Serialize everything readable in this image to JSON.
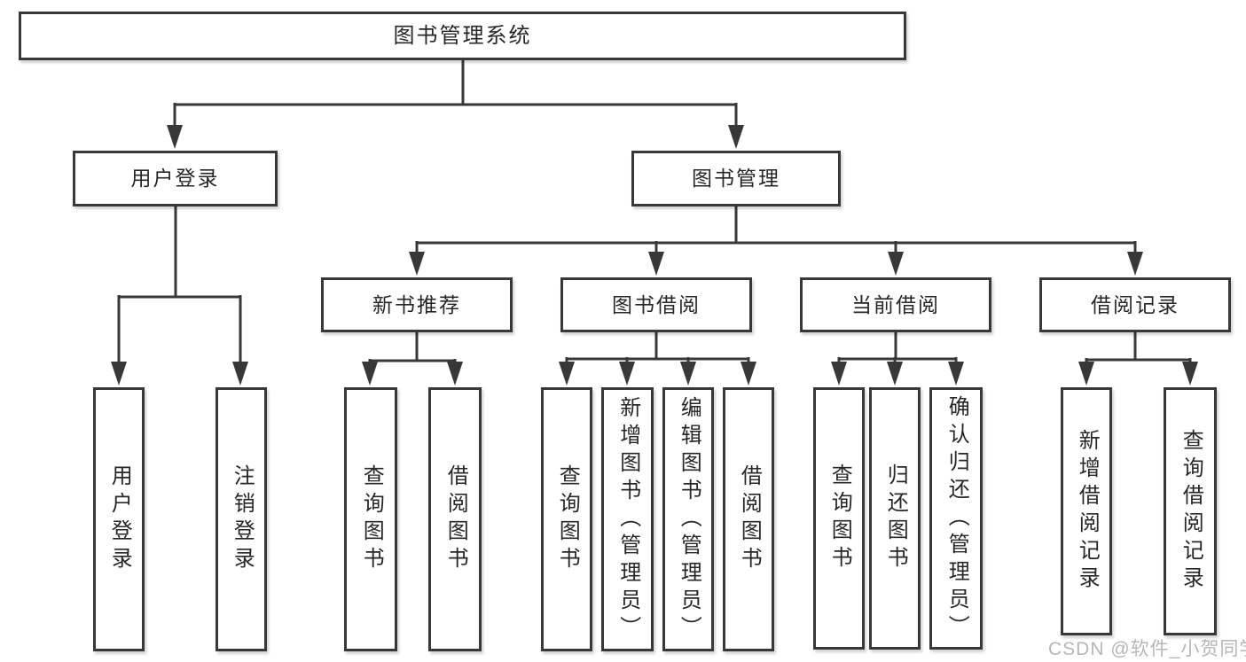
{
  "diagram_title": "图书管理系统",
  "colors": {
    "line": "#383838",
    "box_border": "#383838",
    "text": "#272727",
    "background": "#ffffff",
    "watermark": "#b6b6b6"
  },
  "tree": {
    "label": "图书管理系统",
    "children": [
      {
        "label": "用户登录",
        "children": [
          {
            "label": "用户登录"
          },
          {
            "label": "注销登录"
          }
        ]
      },
      {
        "label": "图书管理",
        "children": [
          {
            "label": "新书推荐",
            "children": [
              {
                "label": "查询图书"
              },
              {
                "label": "借阅图书"
              }
            ]
          },
          {
            "label": "图书借阅",
            "children": [
              {
                "label": "查询图书"
              },
              {
                "label": "新增图书（管理员）"
              },
              {
                "label": "编辑图书（管理员）"
              },
              {
                "label": "借阅图书"
              }
            ]
          },
          {
            "label": "当前借阅",
            "children": [
              {
                "label": "查询图书"
              },
              {
                "label": "归还图书"
              },
              {
                "label": "确认归还（管理员）"
              }
            ]
          },
          {
            "label": "借阅记录",
            "children": [
              {
                "label": "新增借阅记录"
              },
              {
                "label": "查询借阅记录"
              }
            ]
          }
        ]
      }
    ]
  },
  "watermark": {
    "text": "CSDN @软件_小贺同学"
  }
}
